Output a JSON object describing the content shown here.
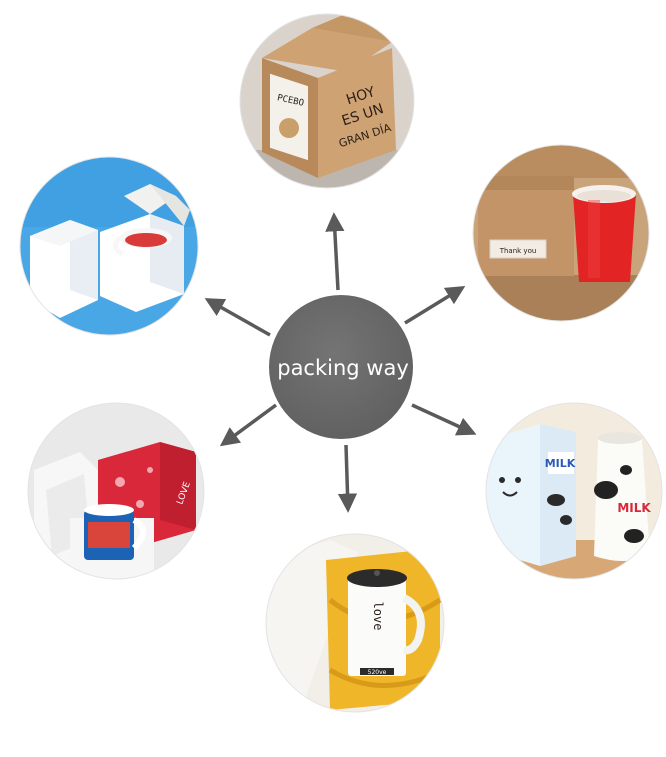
{
  "hub": {
    "label": "packing way",
    "fill": "#676767"
  },
  "arrows": {
    "color": "#5a5a5a",
    "count": 6
  },
  "options": [
    {
      "id": "kraft-printed-box",
      "print_lines": [
        "HOY",
        "ES UN",
        "GRAN DÍA"
      ],
      "mug_print": "PCEBO",
      "tone": "#c49766"
    },
    {
      "id": "kraft-box-label-red-mug",
      "label_text": "Thank you",
      "tone": "#b98d5f"
    },
    {
      "id": "milk-print-box",
      "print_text": "MILK",
      "mug_print": "MILK",
      "tone": "#eaf4fb"
    },
    {
      "id": "gift-box-satin",
      "mug_print": "love",
      "mug_print_bottom": "520ve",
      "tone": "#f0b629"
    },
    {
      "id": "foam-insert-red-box",
      "print_text": "LOVE",
      "tone": "#d8283a"
    },
    {
      "id": "white-box",
      "tone": "#49a7e6"
    }
  ]
}
